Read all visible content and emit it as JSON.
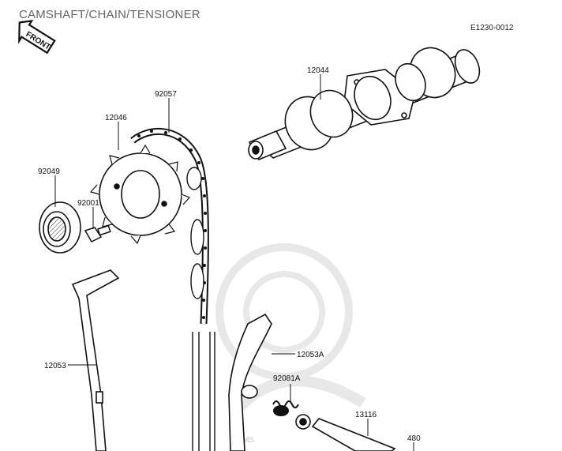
{
  "header": {
    "title": "CAMSHAFT/CHAIN/TENSIONER",
    "diagram_code": "E1230-0012"
  },
  "front_arrow": {
    "label": "FRONT",
    "icon": "front-arrow-icon"
  },
  "watermark": {
    "text": "CMS",
    "icon": "cms-logo-watermark"
  },
  "parts": [
    {
      "id": "camshaft",
      "number": "12044"
    },
    {
      "id": "chain",
      "number": "92057"
    },
    {
      "id": "sprocket",
      "number": "12046"
    },
    {
      "id": "oil-seal",
      "number": "92049"
    },
    {
      "id": "sprocket-bolt",
      "number": "92001"
    },
    {
      "id": "chain-guide-left",
      "number": "12053"
    },
    {
      "id": "chain-guide-right",
      "number": "12053A"
    },
    {
      "id": "tensioner-spring",
      "number": "92081A"
    },
    {
      "id": "tensioner-pushrod",
      "number": "13116"
    },
    {
      "id": "washer",
      "number": "480"
    }
  ]
}
